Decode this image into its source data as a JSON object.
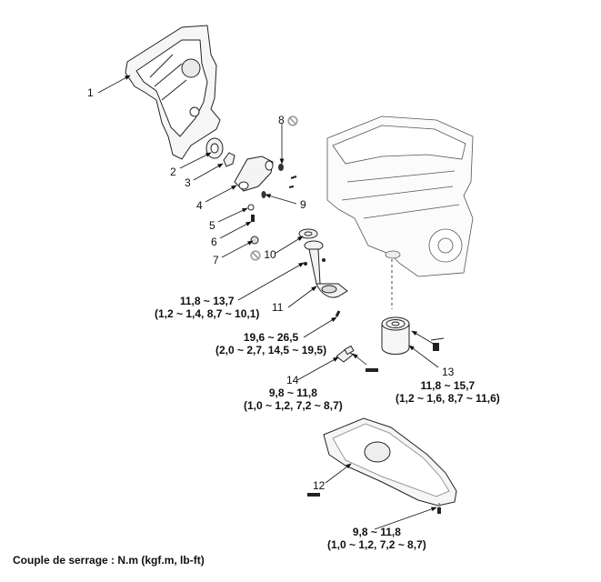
{
  "parts": [
    {
      "number": "1",
      "reuse_prohibited": false
    },
    {
      "number": "2",
      "reuse_prohibited": false
    },
    {
      "number": "3",
      "reuse_prohibited": false
    },
    {
      "number": "4",
      "reuse_prohibited": false
    },
    {
      "number": "5",
      "reuse_prohibited": false
    },
    {
      "number": "6",
      "reuse_prohibited": false
    },
    {
      "number": "7",
      "reuse_prohibited": false
    },
    {
      "number": "8",
      "reuse_prohibited": true
    },
    {
      "number": "9",
      "reuse_prohibited": false
    },
    {
      "number": "10",
      "reuse_prohibited": true
    },
    {
      "number": "11",
      "reuse_prohibited": false
    },
    {
      "number": "12",
      "reuse_prohibited": false
    },
    {
      "number": "13",
      "reuse_prohibited": false
    },
    {
      "number": "14",
      "reuse_prohibited": false
    }
  ],
  "torques": [
    {
      "nm": "11,8 ~ 13,7",
      "alt": "(1,2 ~ 1,4, 8,7 ~ 10,1)"
    },
    {
      "nm": "19,6 ~ 26,5",
      "alt": "(2,0 ~ 2,7, 14,5 ~ 19,5)"
    },
    {
      "nm": "9,8 ~ 11,8",
      "alt": "(1,0 ~ 1,2, 7,2 ~ 8,7)"
    },
    {
      "nm": "11,8 ~ 15,7",
      "alt": "(1,2 ~ 1,6, 8,7 ~ 11,6)"
    },
    {
      "nm": "9,8 ~ 11,8",
      "alt": "(1,0 ~ 1,2, 7,2 ~ 8,7)"
    }
  ],
  "caption": "Couple de serrage : N.m (kgf.m, lb-ft)",
  "icons": {
    "no_reuse": "prohibited-circle-icon",
    "grease": "oil-can-icon",
    "sealant": "sealant-tube-icon"
  },
  "colors": {
    "line": "#111111",
    "gray_symbol": "#9a9a9a",
    "part_fill": "#f4f4f4"
  }
}
